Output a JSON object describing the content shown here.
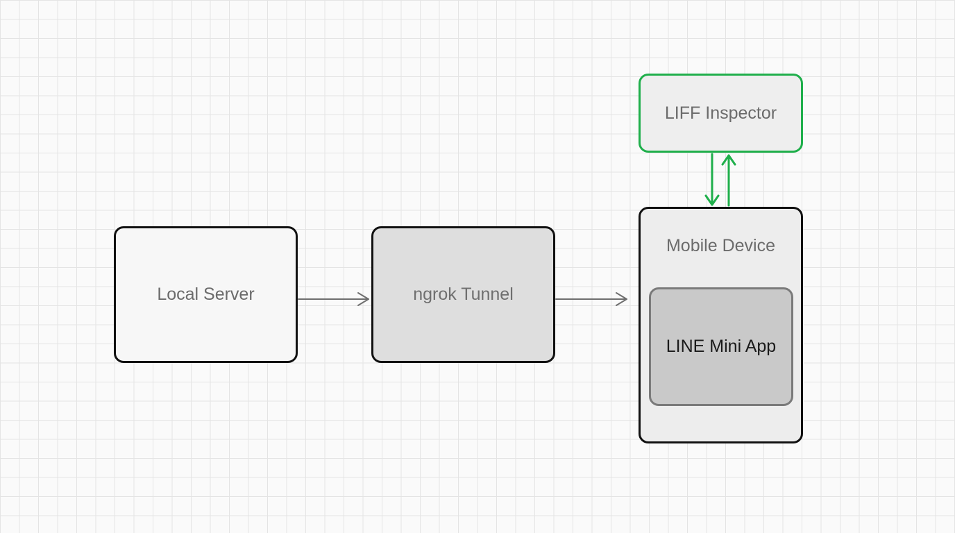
{
  "diagram": {
    "nodes": {
      "local_server": "Local Server",
      "ngrok_tunnel": "ngrok Tunnel",
      "liff_inspector": "LIFF Inspector",
      "mobile_device": "Mobile Device",
      "line_mini_app": "LINE Mini App"
    },
    "edges": [
      {
        "from": "Local Server",
        "to": "ngrok Tunnel"
      },
      {
        "from": "ngrok Tunnel",
        "to": "Mobile Device"
      },
      {
        "from": "LIFF Inspector",
        "to": "Mobile Device"
      },
      {
        "from": "Mobile Device",
        "to": "LIFF Inspector"
      }
    ],
    "colors": {
      "inspector_accent": "#1faf4b",
      "node_border": "#111111",
      "arrow_gray": "#6e6e6e"
    }
  }
}
